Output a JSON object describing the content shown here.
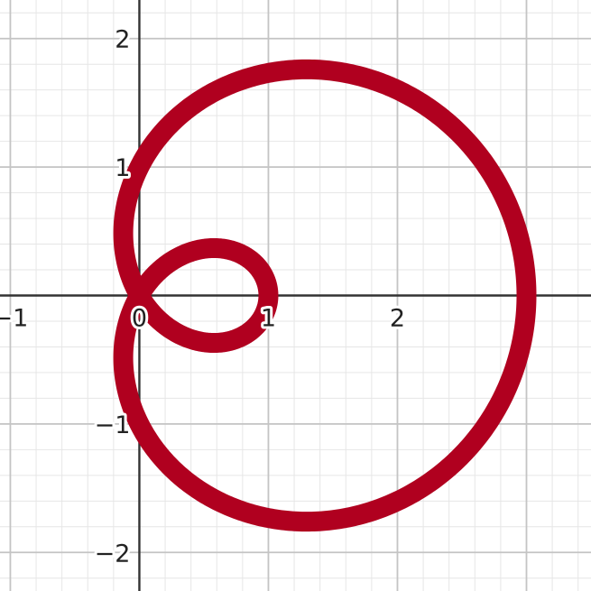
{
  "chart_data": {
    "type": "line",
    "curve": "polar",
    "equation": "r = 1 + 2cos(θ)",
    "theta_range": [
      0,
      6.283185
    ],
    "xlim": [
      -1.08,
      3.5
    ],
    "ylim": [
      -2.3,
      2.3
    ],
    "grid": true,
    "major_step": 1,
    "minor_step": 0.2,
    "x_ticks": [
      {
        "value": -1,
        "label": "−1"
      },
      {
        "value": 0,
        "label": "0"
      },
      {
        "value": 1,
        "label": "1"
      },
      {
        "value": 2,
        "label": "2"
      }
    ],
    "y_ticks": [
      {
        "value": 2,
        "label": "2"
      },
      {
        "value": 1,
        "label": "1"
      },
      {
        "value": -1,
        "label": "−1"
      },
      {
        "value": -2,
        "label": "−2"
      }
    ],
    "colors": {
      "curve": "#b0001f",
      "axis": "#333333",
      "major_grid": "#c4c4c4",
      "minor_grid": "#e6e6e6"
    }
  }
}
